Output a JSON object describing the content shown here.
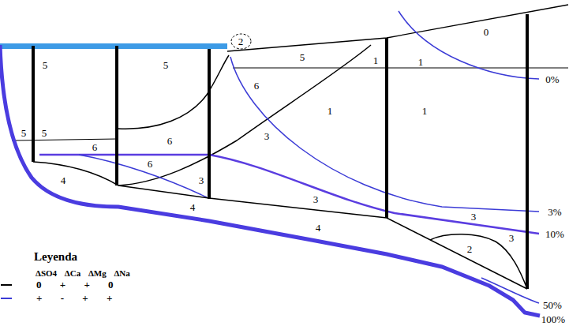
{
  "diagram": {
    "nodes": [
      {
        "text": [
          "2"
        ]
      }
    ],
    "labels": [
      "5",
      "5",
      "5",
      "1",
      "1",
      "0",
      "0%",
      "6",
      "1",
      "1",
      "6",
      "3",
      "5",
      "5",
      "6",
      "4",
      "6",
      "3",
      "3",
      "3",
      "3%",
      "10%",
      "4",
      "4",
      "2",
      "3",
      "50%",
      "100%",
      "Leyenda",
      "ΔSO4 ΔCa ΔMg ΔNa"
    ],
    "legend": [
      {
        "text": "0 + + 0"
      },
      {
        "text": "+ - + +"
      }
    ]
  }
}
